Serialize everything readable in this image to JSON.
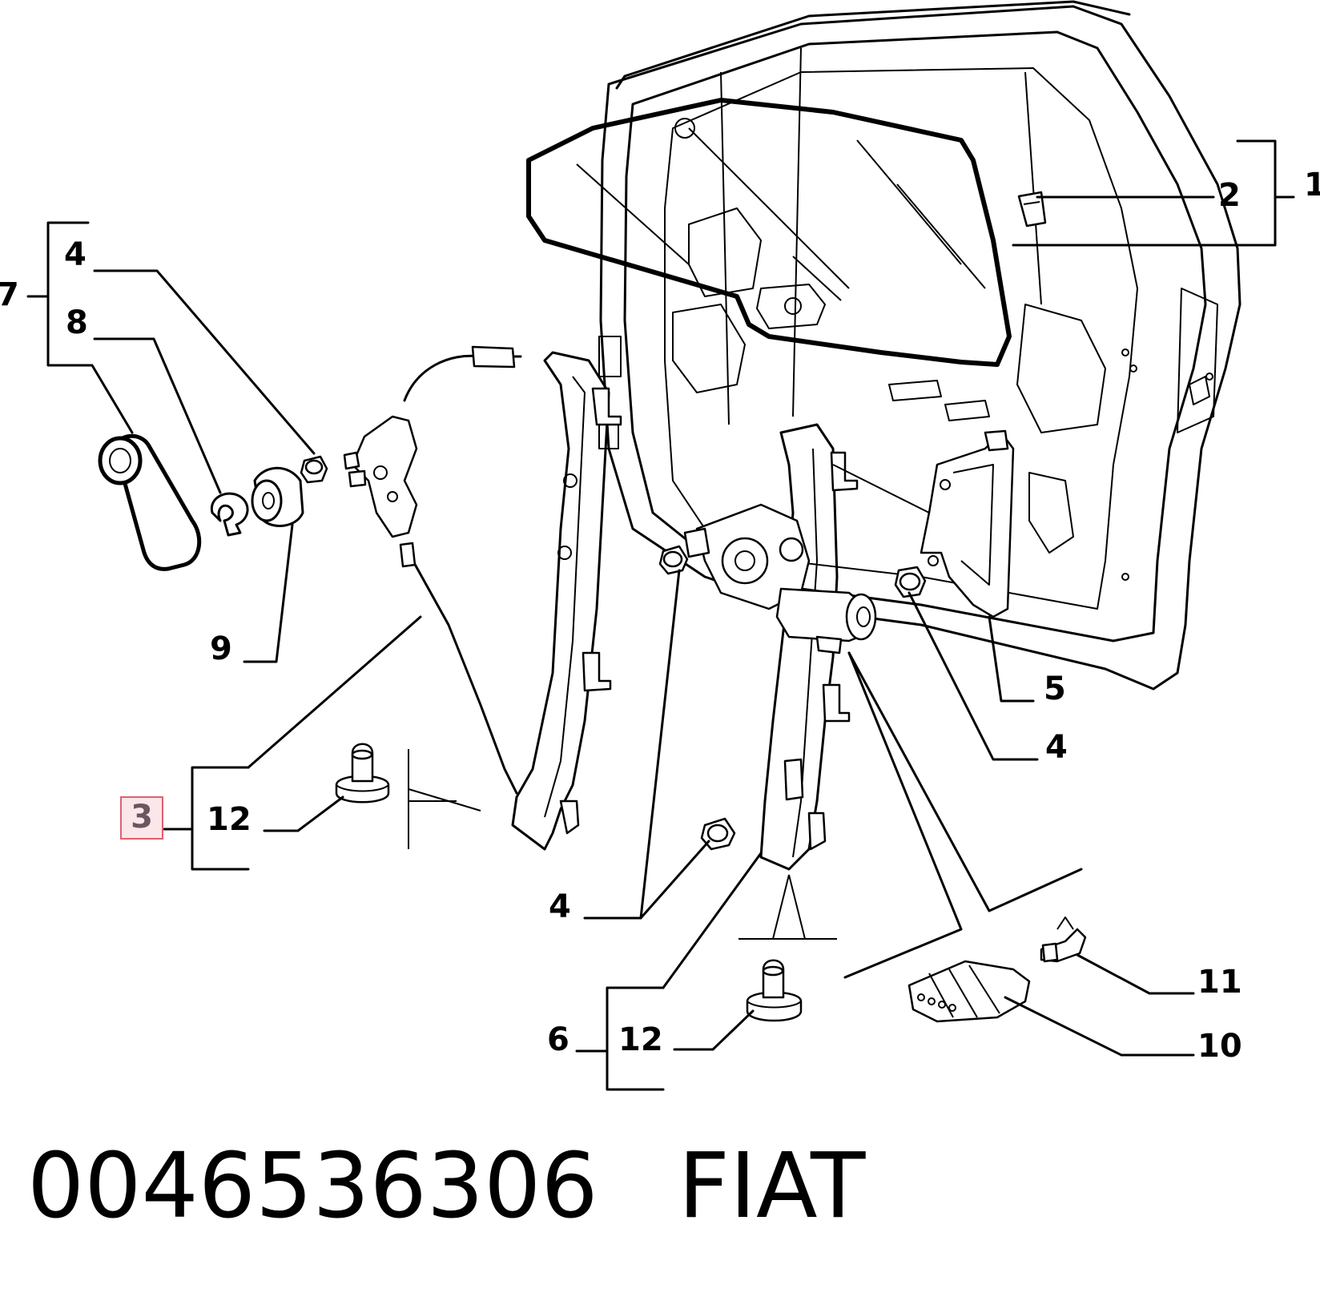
{
  "callouts": {
    "c1": "1",
    "c2": "2",
    "c3": "3",
    "c4a": "4",
    "c4b": "4",
    "c4c": "4",
    "c5": "5",
    "c6": "6",
    "c7": "7",
    "c8": "8",
    "c9": "9",
    "c10": "10",
    "c11": "11",
    "c12a": "12",
    "c12b": "12"
  },
  "highlighted_callout": "3",
  "highlight_color": "#e06070",
  "footer": {
    "part_number": "0046536306",
    "brand": "FIAT"
  }
}
